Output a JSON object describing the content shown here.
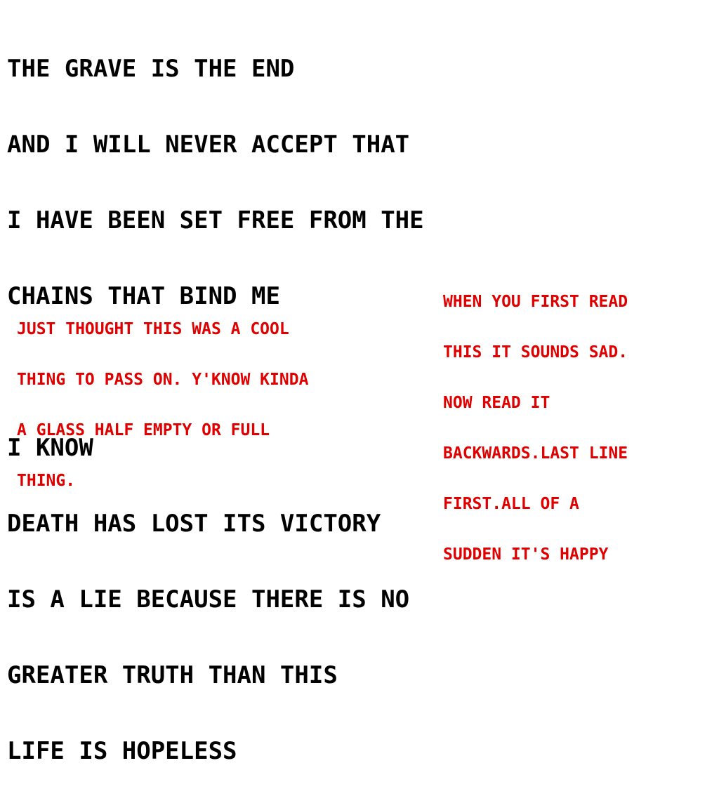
{
  "poem": {
    "stanza1": [
      "THE GRAVE IS THE END",
      "AND I WILL NEVER ACCEPT THAT",
      "I HAVE BEEN SET FREE FROM THE",
      "CHAINS THAT BIND ME"
    ],
    "stanza2": [
      "I KNOW",
      "DEATH HAS LOST ITS VICTORY",
      "IS A LIE BECAUSE THERE IS NO",
      "GREATER TRUTH THAN THIS",
      "LIFE IS HOPELESS"
    ]
  },
  "note_left": [
    "JUST THOUGHT THIS WAS A COOL",
    "THING TO PASS ON. Y'KNOW KINDA",
    "A GLASS HALF EMPTY OR FULL",
    "THING."
  ],
  "note_right": [
    "WHEN YOU FIRST READ",
    "THIS IT SOUNDS SAD.",
    "NOW READ IT",
    "BACKWARDS.LAST LINE",
    "FIRST.ALL OF A",
    "SUDDEN IT'S HAPPY"
  ],
  "colors": {
    "poem_text": "#000000",
    "note_text": "#e00000",
    "background": "#ffffff"
  }
}
